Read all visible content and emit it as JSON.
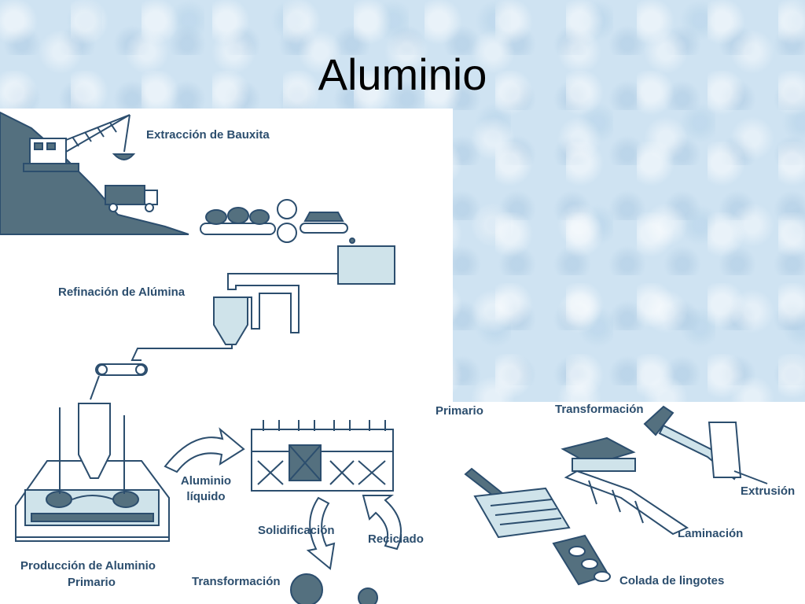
{
  "slide": {
    "title": "Aluminio"
  },
  "diagram_left": {
    "labels": {
      "extraction": "Extracción de Bauxita",
      "refining": "Refinación de Alúmina",
      "liquid_1": "Aluminio",
      "liquid_2": "líquido",
      "production_1": "Producción de Aluminio",
      "production_2": "Primario",
      "solidification": "Solidificación",
      "recycling": "Reciclado",
      "transformation": "Transformación"
    }
  },
  "diagram_right": {
    "labels": {
      "primary": "Primario",
      "transformation": "Transformación",
      "extrusion": "Extrusión",
      "lamination": "Laminación",
      "ingot_casting": "Colada de lingotes"
    }
  },
  "colors": {
    "ink": "#2c4e6e",
    "fill_dark": "#54707f",
    "fill_light": "#cfe3ea",
    "background": "#cfe3f2"
  }
}
